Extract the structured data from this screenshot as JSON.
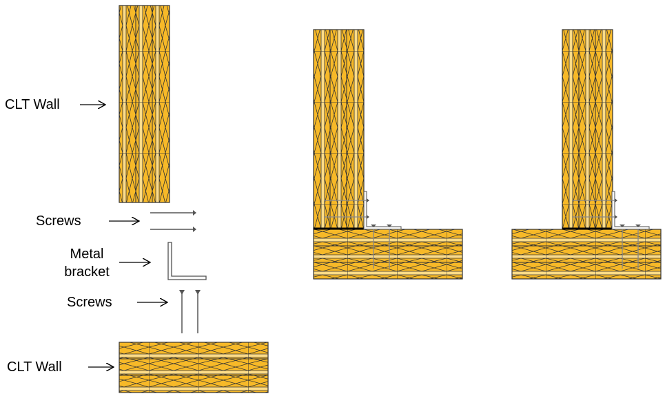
{
  "labels": {
    "clt_wall_top": "CLT Wall",
    "screws_top": "Screws",
    "metal_bracket_line1": "Metal",
    "metal_bracket_line2": "bracket",
    "screws_bottom": "Screws",
    "clt_wall_bottom": "CLT Wall"
  },
  "colors": {
    "wood_dark": "#F7B928",
    "wood_light": "#FDDC88",
    "outline": "#333333",
    "bracket": "#606060",
    "screw": "#555555"
  }
}
